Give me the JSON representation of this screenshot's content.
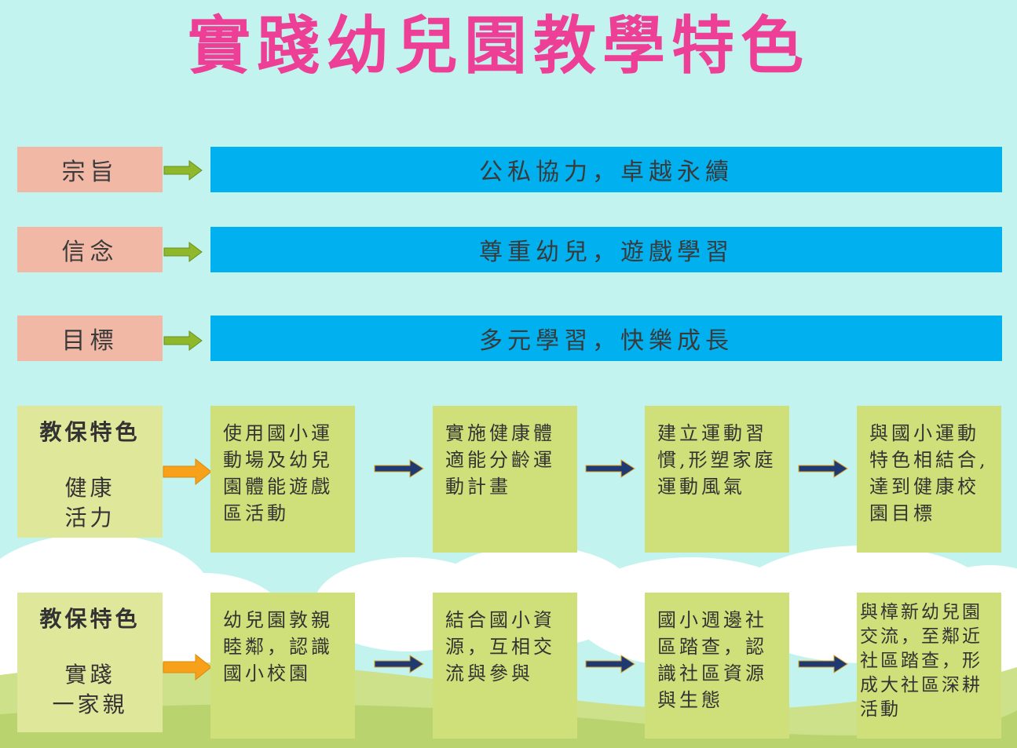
{
  "title": "實踐幼兒園教學特色",
  "rows": [
    {
      "label": "宗旨",
      "text": "公私協力，卓越永續"
    },
    {
      "label": "信念",
      "text": "尊重幼兒，遊戲學習"
    },
    {
      "label": "目標",
      "text": "多元學習，快樂成長"
    }
  ],
  "features": [
    {
      "title": "教保特色",
      "subtitle_lines": [
        "健康",
        "活力"
      ],
      "steps": [
        "使用國小運動場及幼兒園體能遊戲區活動",
        "實施健康體適能分齡運動計畫",
        "建立運動習慣,形塑家庭運動風氣",
        "與國小運動特色相結合,達到健康校園目標"
      ]
    },
    {
      "title": "教保特色",
      "subtitle_lines": [
        "實踐",
        "一家親"
      ],
      "steps": [
        "幼兒園敦親睦鄰，認識國小校園",
        "結合國小資源，互相交流與參與",
        "國小週邊社區踏查，認識社區資源與生態",
        "與樟新幼兒園交流，至鄰近社區踏查，形成大社區深耕活動"
      ]
    }
  ],
  "colors": {
    "title": "#ee3f96",
    "label_bg": "#f2b8a6",
    "banner_bg": "#00b0ef",
    "side_bg": "#dfe79a",
    "step_bg": "#cfe07a",
    "green_arrow": "#8fb82b",
    "orange_arrow": "#f7a11a",
    "navy_arrow": "#1f3a73",
    "background": "#c3f3ef"
  }
}
